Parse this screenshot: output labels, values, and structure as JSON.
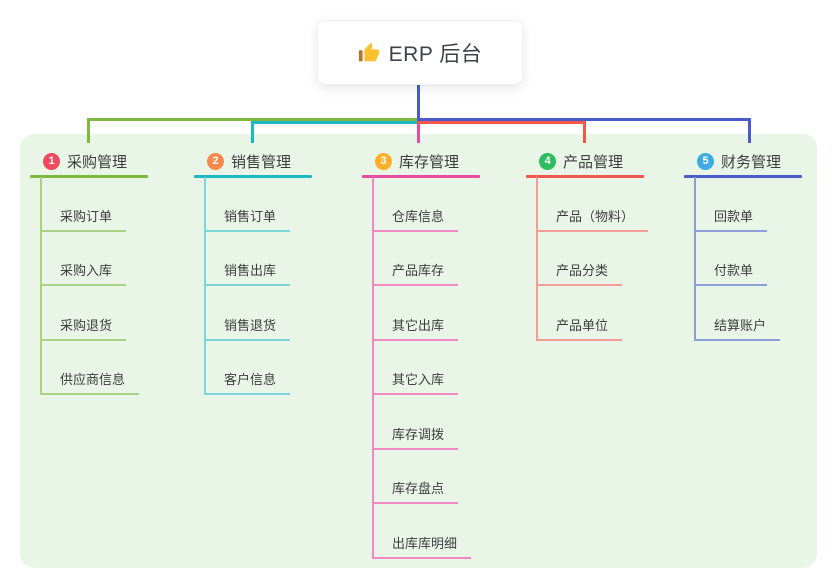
{
  "root": {
    "label": "ERP 后台",
    "icon": "thumbs-up-icon"
  },
  "colors": {
    "panel_bg": "#e9f6e7",
    "root_line": "#4a5dc7",
    "text": "#3d3d3d",
    "root_box_bg": "#ffffff"
  },
  "branches": [
    {
      "badge": "1",
      "title": "采购管理",
      "badge_color": "#f04a5e",
      "line_color": "#7cb93e",
      "child_line_color": "#a9d284",
      "children": [
        "采购订单",
        "采购入库",
        "采购退货",
        "供应商信息"
      ]
    },
    {
      "badge": "2",
      "title": "销售管理",
      "badge_color": "#f8894c",
      "line_color": "#1db9c3",
      "child_line_color": "#7ed5d9",
      "children": [
        "销售订单",
        "销售出库",
        "销售退货",
        "客户信息"
      ]
    },
    {
      "badge": "3",
      "title": "库存管理",
      "badge_color": "#fbb02a",
      "line_color": "#e84a9f",
      "child_line_color": "#f189c2",
      "children": [
        "仓库信息",
        "产品库存",
        "其它出库",
        "其它入库",
        "库存调拨",
        "库存盘点",
        "出库库明细"
      ]
    },
    {
      "badge": "4",
      "title": "产品管理",
      "badge_color": "#2cbf60",
      "line_color": "#f25749",
      "child_line_color": "#f69d95",
      "children": [
        "产品（物料）",
        "产品分类",
        "产品单位"
      ]
    },
    {
      "badge": "5",
      "title": "财务管理",
      "badge_color": "#3eace3",
      "line_color": "#4a5dc7",
      "child_line_color": "#8e9cd8",
      "children": [
        "回款单",
        "付款单",
        "结算账户"
      ]
    }
  ]
}
